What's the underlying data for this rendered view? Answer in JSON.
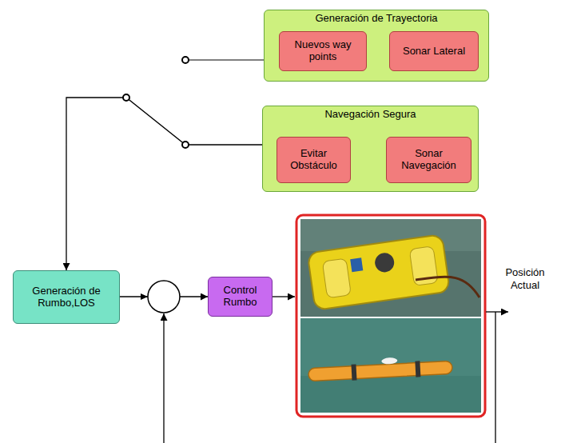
{
  "diagram": {
    "nodes": [
      {
        "text": [
          "Generación de Trayectoria"
        ]
      },
      {
        "text": [
          "Nuevos way points"
        ],
        "in": 0
      },
      {
        "text": [
          "Sonar Lateral"
        ],
        "in": 0
      },
      {
        "text": [
          "Navegación Segura"
        ]
      },
      {
        "text": [
          "Evitar Obstáculo"
        ],
        "in": 3
      },
      {
        "text": [
          "Sonar Navegación"
        ],
        "in": 3
      },
      {
        "text": [
          "Generación de Rumbo,LOS"
        ]
      },
      {
        "text": [
          "Control Rumbo"
        ]
      }
    ],
    "edges": [
      {
        "from": 2,
        "to": 1,
        "arrow": "to"
      },
      {
        "from": 5,
        "to": 4,
        "arrow": "to"
      },
      {
        "from": 3,
        "to": 6,
        "arrow": "to"
      },
      {
        "from": 6,
        "to": 7,
        "arrow": "to"
      }
    ],
    "labels": [
      "Posición Actual"
    ]
  }
}
